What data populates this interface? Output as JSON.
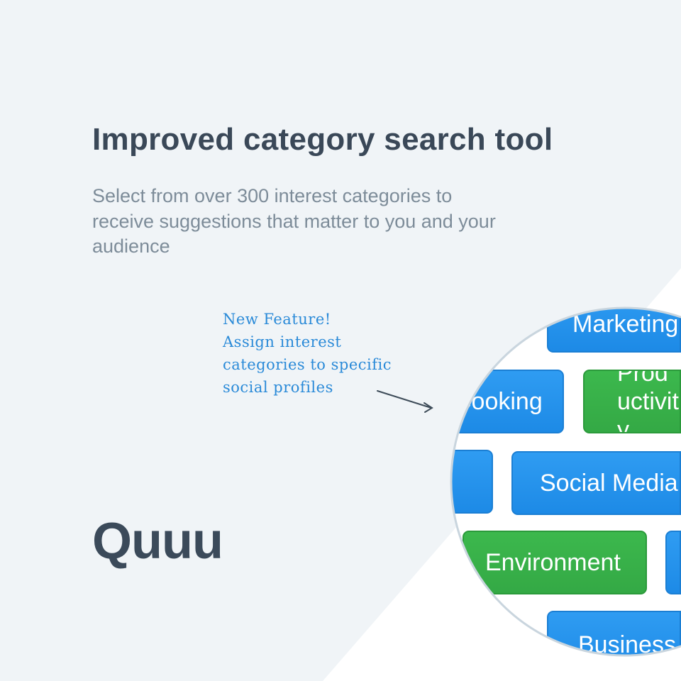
{
  "title": "Improved category search tool",
  "subtitle": "Select from over 300 interest categories to receive suggestions that matter to you and your audience",
  "note": "New Feature!\nAssign interest\ncategories to specific\nsocial profiles",
  "logo": "Quuu",
  "categories": [
    {
      "label": "Marketing",
      "color": "blue"
    },
    {
      "label": "Cooking",
      "color": "blue"
    },
    {
      "label": "Productivity",
      "color": "green"
    },
    {
      "label": "",
      "color": "blue"
    },
    {
      "label": "Social Media",
      "color": "blue"
    },
    {
      "label": "Environment",
      "color": "green"
    },
    {
      "label": "",
      "color": "blue"
    },
    {
      "label": "Business",
      "color": "blue"
    }
  ]
}
